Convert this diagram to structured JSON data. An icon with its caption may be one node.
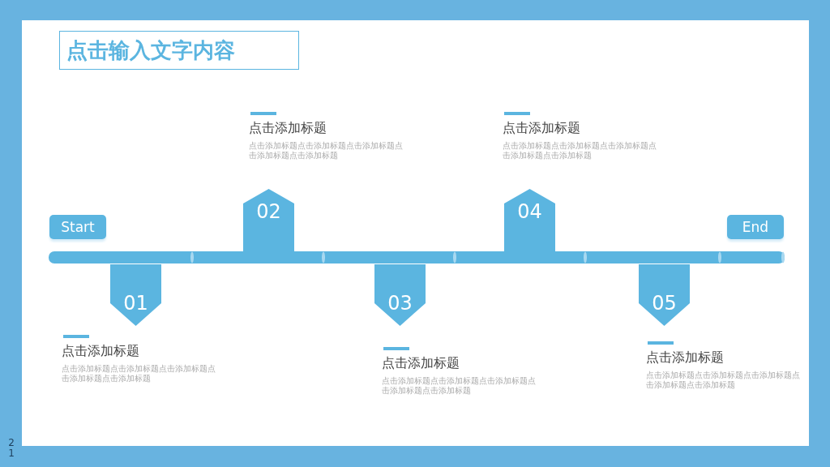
{
  "diagram": {
    "title": "点击输入文字内容",
    "nodes": [
      {
        "text": [
          "Start"
        ]
      },
      {
        "text": [
          "01"
        ],
        "beside": [
          "点击添加标题",
          "点击添加标题点击添加标题点击添加标题点击添加标题点击添加标题"
        ]
      },
      {
        "text": [
          "02"
        ],
        "beside": [
          "点击添加标题",
          "点击添加标题点击添加标题点击添加标题点击添加标题点击添加标题"
        ]
      },
      {
        "text": [
          "03"
        ],
        "beside": [
          "点击添加标题",
          "点击添加标题点击添加标题点击添加标题点击添加标题点击添加标题"
        ]
      },
      {
        "text": [
          "04"
        ],
        "beside": [
          "点击添加标题",
          "点击添加标题点击添加标题点击添加标题点击添加标题点击添加标题"
        ]
      },
      {
        "text": [
          "05"
        ],
        "beside": [
          "点击添加标题",
          "点击添加标题点击添加标题点击添加标题点击添加标题点击添加标题"
        ]
      },
      {
        "text": [
          "End"
        ]
      }
    ],
    "labels": [
      "21"
    ]
  }
}
